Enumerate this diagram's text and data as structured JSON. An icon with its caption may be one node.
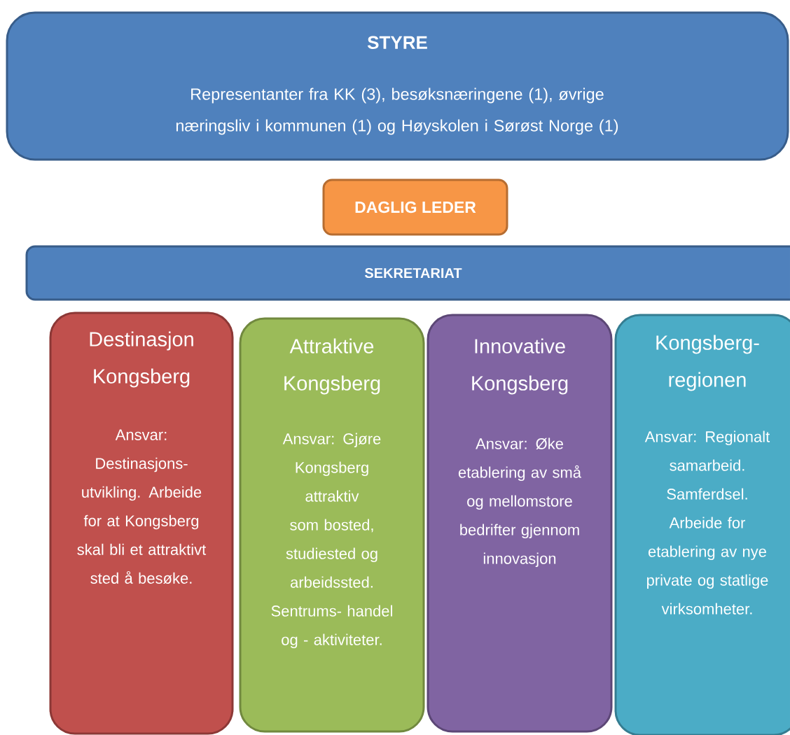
{
  "diagram": {
    "nodes": [
      {
        "text": [
          "STYRE",
          "Representanter fra KK (3), besøksnæringene (1), øvrige næringsliv i kommunen (1) og Høyskolen i Sørøst Norge (1)"
        ]
      },
      {
        "text": [
          "DAGLIG LEDER"
        ]
      },
      {
        "text": [
          "SEKRETARIAT"
        ]
      },
      {
        "text": [
          "Destinasjon Kongsberg",
          "Ansvar: Destinasjons- utvikling. Arbeide for at Kongsberg skal bli et attraktivt sted å besøke."
        ]
      },
      {
        "text": [
          "Attraktive Kongsberg",
          "Ansvar: Gjøre Kongsberg attraktiv som bosted, studiested og arbeidssted. Sentrums- handel og - aktiviteter."
        ]
      },
      {
        "text": [
          "Innovative Kongsberg",
          "Ansvar: Øke etablering av små og mellomstore bedrifter gjennom innovasjon"
        ]
      },
      {
        "text": [
          "Kongsberg- regionen",
          "Ansvar: Regionalt samarbeid. Samferdsel. Arbeide for etablering av nye private og statlige virksomheter."
        ]
      }
    ]
  }
}
